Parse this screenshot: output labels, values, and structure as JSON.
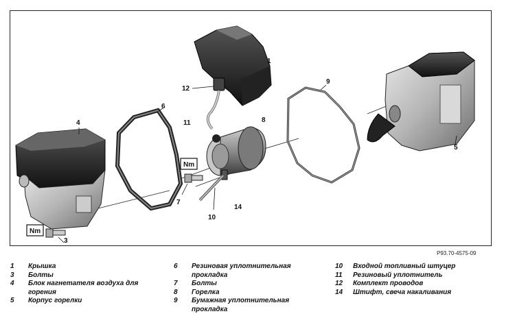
{
  "callouts": {
    "c1": "1",
    "c3": "3",
    "c4": "4",
    "c5": "5",
    "c6": "6",
    "c7": "7",
    "c8": "8",
    "c9": "9",
    "c10": "10",
    "c11": "11",
    "c12": "12",
    "c14": "14"
  },
  "torque_label": "Nm",
  "reference_code": "P93.70-4575-09",
  "legend": {
    "col1": [
      {
        "num": "1",
        "text": "Крышка"
      },
      {
        "num": "3",
        "text": "Болты"
      },
      {
        "num": "4",
        "text": "Блок нагнетателя воздуха для горения"
      },
      {
        "num": "5",
        "text": "Корпус горелки"
      }
    ],
    "col2": [
      {
        "num": "6",
        "text": "Резиновая уплотнительная прокладка"
      },
      {
        "num": "7",
        "text": "Болты"
      },
      {
        "num": "8",
        "text": "Горелка"
      },
      {
        "num": "9",
        "text": "Бумажная уплотнительная прокладка"
      }
    ],
    "col3": [
      {
        "num": "10",
        "text": "Входной топливный штуцер"
      },
      {
        "num": "11",
        "text": "Резиновый уплотнитель"
      },
      {
        "num": "12",
        "text": "Комплект проводов"
      },
      {
        "num": "14",
        "text": "Штифт, свеча накаливания"
      }
    ]
  }
}
